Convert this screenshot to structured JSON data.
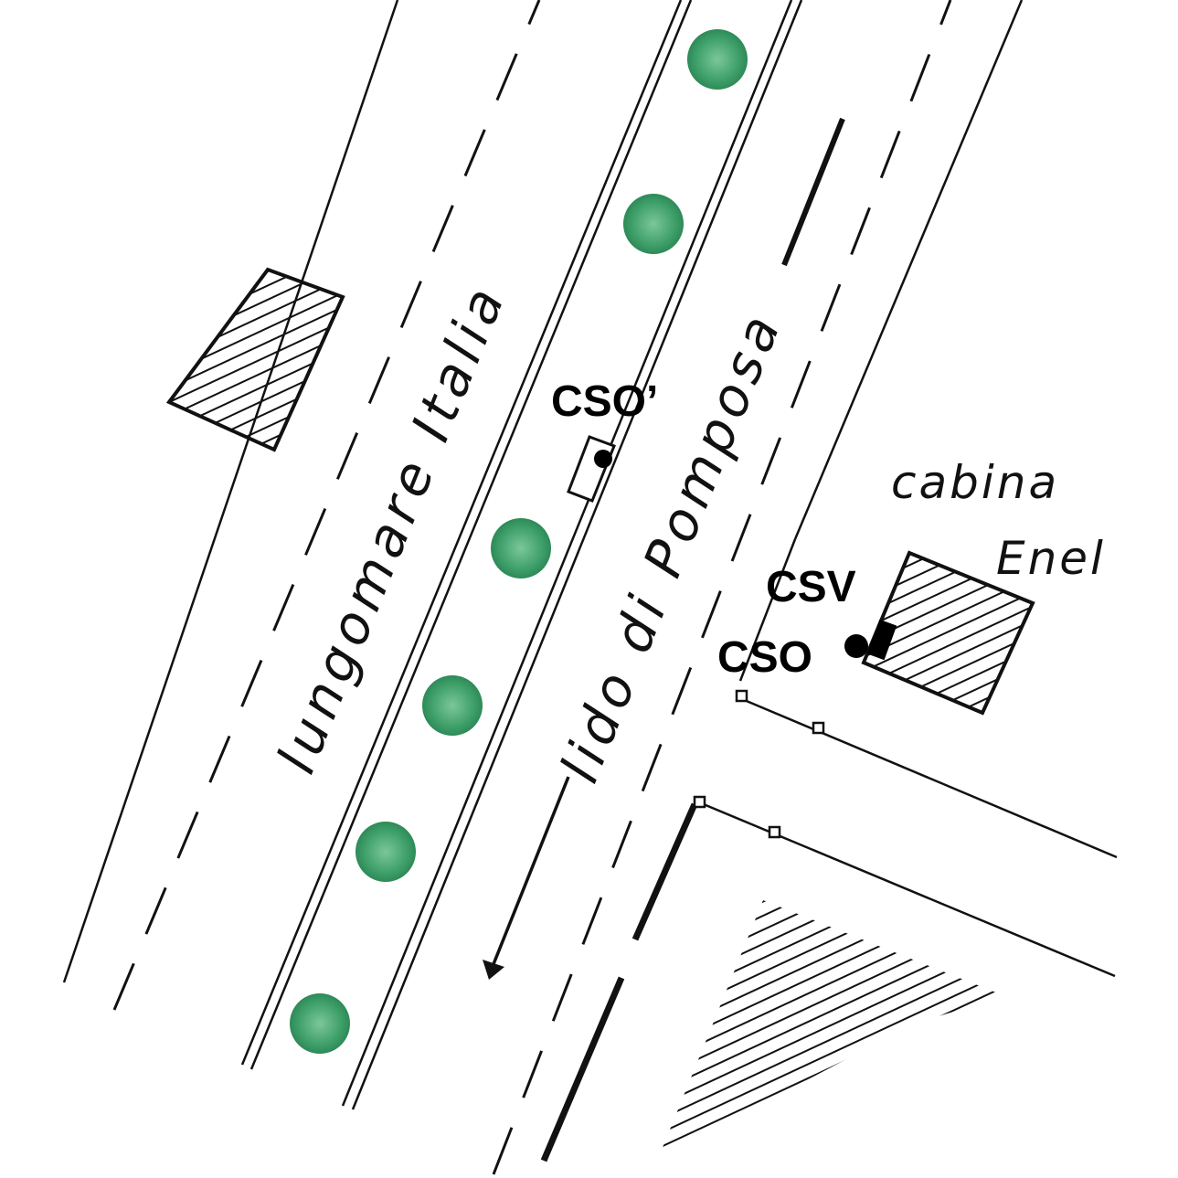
{
  "streets": {
    "main": "lungomare Italia",
    "secondary": "lido di Pomposa"
  },
  "places": {
    "cabin_line1": "cabina",
    "cabin_line2": "Enel"
  },
  "markers": {
    "cso_prime": "CSO’",
    "csv": "CSV",
    "cso": "CSO"
  },
  "colors": {
    "tree": "#3fa06a",
    "line": "#111111"
  }
}
